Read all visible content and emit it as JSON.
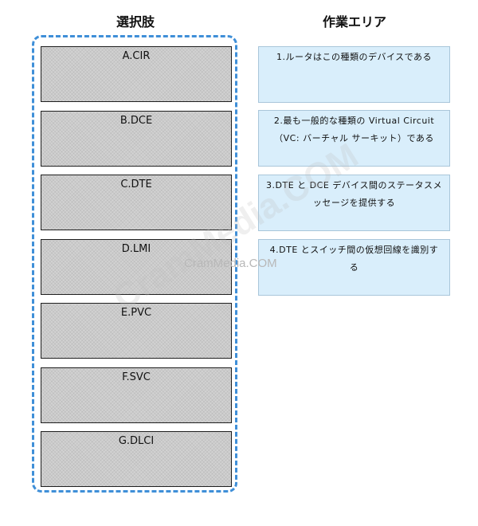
{
  "headings": {
    "choices": "選択肢",
    "work_area": "作業エリア"
  },
  "choices": [
    "A.CIR",
    "B.DCE",
    "C.DTE",
    "D.LMI",
    "E.PVC",
    "F.SVC",
    "G.DLCI"
  ],
  "work_slots": [
    "1.ルータはこの種類のデバイスである",
    "2.最も一般的な種類の Virtual Circuit（VC: バーチャル サーキット）である",
    "3.DTE と DCE デバイス間のステータスメッセージを提供する",
    "4.DTE とスイッチ間の仮想回線を識別する"
  ],
  "watermark": "CramMedia.COM",
  "colors": {
    "frame_border": "#3f8fd8",
    "choice_fill": "#d2d2d2",
    "slot_fill": "#d9eefb"
  }
}
